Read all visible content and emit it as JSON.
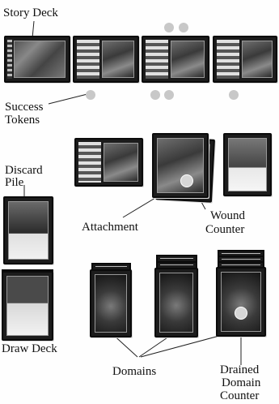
{
  "labels": {
    "story_deck": "Story Deck",
    "success_tokens_line1": "Success",
    "success_tokens_line2": "Tokens",
    "discard_pile_line1": "Discard",
    "discard_pile_line2": "Pile",
    "attachment": "Attachment",
    "wound_counter_line1": "Wound",
    "wound_counter_line2": "Counter",
    "draw_deck": "Draw Deck",
    "domains": "Domains",
    "drained_line1": "Drained",
    "drained_line2": "Domain",
    "drained_line3": "Counter"
  },
  "colors": {
    "background": "#fefefe",
    "card_border": "#0b0b0b",
    "token": "#c8c8c8",
    "text": "#111111"
  }
}
